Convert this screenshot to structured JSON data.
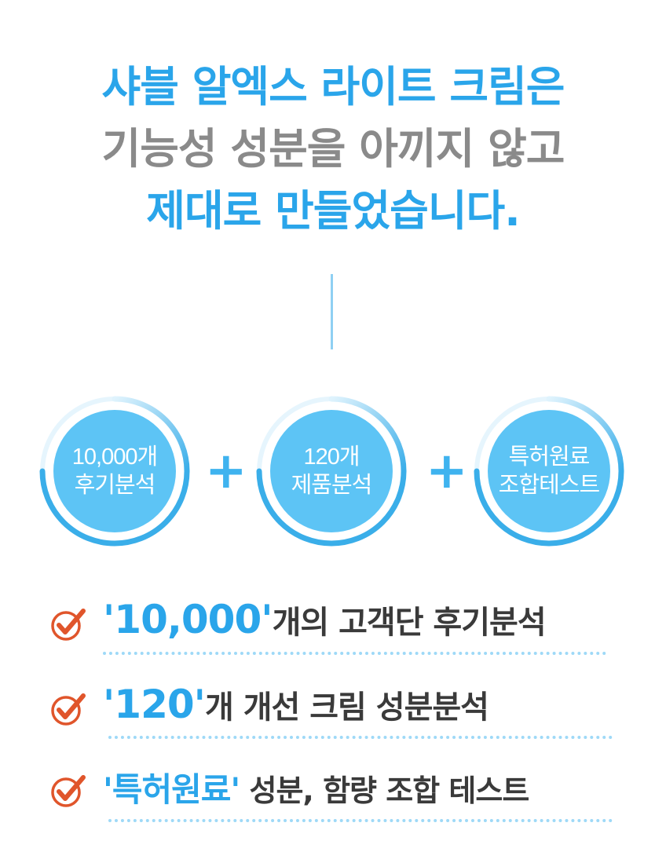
{
  "headline": {
    "line1": "샤블 알엑스 라이트 크림은",
    "line2": "기능성 성분을 아끼지 않고",
    "line3": "제대로 만들었습니다."
  },
  "circles": [
    {
      "line1": "10,000개",
      "line2": "후기분석"
    },
    {
      "line1": "120개",
      "line2": "제품분석"
    },
    {
      "line1": "특허원료",
      "line2": "조합테스트"
    }
  ],
  "plus_symbol": "+",
  "checklist": [
    {
      "highlight": "'10,000'",
      "rest": "개의 고객단 후기분석"
    },
    {
      "highlight": "'120'",
      "rest": "개 개선 크림 성분분석"
    },
    {
      "highlight": "'특허원료'",
      "rest": " 성분, 함량 조합 테스트"
    }
  ],
  "colors": {
    "accent_blue": "#2aa5ea",
    "circle_fill": "#5dc4f5",
    "ring_blue": "#3aaee9",
    "gray_text": "#8a8a8a",
    "dark_text": "#3a3a3a",
    "check_red": "#e0552b",
    "dotted_line": "#9ed9f7"
  },
  "icons": {
    "check": "check-circle-icon",
    "plus": "plus-icon"
  }
}
